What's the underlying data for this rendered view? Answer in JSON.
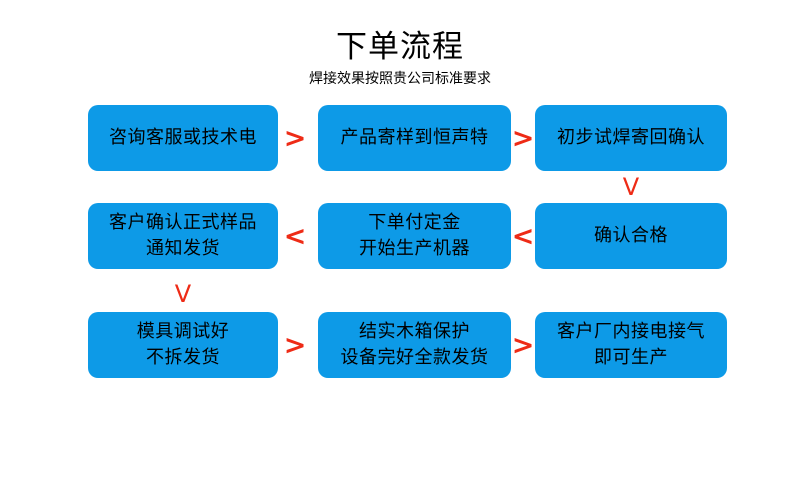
{
  "header": {
    "title": "下单流程",
    "subtitle": "焊接效果按照贵公司标准要求"
  },
  "colors": {
    "node_fill": "#0d9ae7",
    "node_text": "#000000",
    "arrow": "#ee2b16",
    "background": "#ffffff"
  },
  "connectors": {
    "right_arrow_glyph": ">",
    "left_arrow_glyph": "<",
    "down_arrow_glyph": "V"
  },
  "chart_data": {
    "type": "diagram",
    "title": "下单流程",
    "subtitle": "焊接效果按照贵公司标准要求",
    "layout": "3x3 serpentine flowchart",
    "nodes": [
      {
        "id": "n1",
        "row": 1,
        "col": 1,
        "lines": [
          "咨询客服或技术电"
        ]
      },
      {
        "id": "n2",
        "row": 1,
        "col": 2,
        "lines": [
          "产品寄样到恒声特"
        ]
      },
      {
        "id": "n3",
        "row": 1,
        "col": 3,
        "lines": [
          "初步试焊寄回确认"
        ]
      },
      {
        "id": "n4",
        "row": 2,
        "col": 1,
        "lines": [
          "客户确认正式样品",
          "通知发货"
        ]
      },
      {
        "id": "n5",
        "row": 2,
        "col": 2,
        "lines": [
          "下单付定金",
          "开始生产机器"
        ]
      },
      {
        "id": "n6",
        "row": 2,
        "col": 3,
        "lines": [
          "确认合格"
        ]
      },
      {
        "id": "n7",
        "row": 3,
        "col": 1,
        "lines": [
          "模具调试好",
          "不拆发货"
        ]
      },
      {
        "id": "n8",
        "row": 3,
        "col": 2,
        "lines": [
          "结实木箱保护",
          "设备完好全款发货"
        ]
      },
      {
        "id": "n9",
        "row": 3,
        "col": 3,
        "lines": [
          "客户厂内接电接气",
          "即可生产"
        ]
      }
    ],
    "edges": [
      {
        "from": "n1",
        "to": "n2",
        "direction": "right",
        "glyph": ">"
      },
      {
        "from": "n2",
        "to": "n3",
        "direction": "right",
        "glyph": ">"
      },
      {
        "from": "n3",
        "to": "n6",
        "direction": "down",
        "glyph": "V"
      },
      {
        "from": "n6",
        "to": "n5",
        "direction": "left",
        "glyph": "<"
      },
      {
        "from": "n5",
        "to": "n4",
        "direction": "left",
        "glyph": "<"
      },
      {
        "from": "n4",
        "to": "n7",
        "direction": "down",
        "glyph": "V"
      },
      {
        "from": "n7",
        "to": "n8",
        "direction": "right",
        "glyph": ">"
      },
      {
        "from": "n8",
        "to": "n9",
        "direction": "right",
        "glyph": ">"
      }
    ]
  },
  "nodes": {
    "n1": {
      "line1": "咨询客服或技术电"
    },
    "n2": {
      "line1": "产品寄样到恒声特"
    },
    "n3": {
      "line1": "初步试焊寄回确认"
    },
    "n4": {
      "line1": "客户确认正式样品",
      "line2": "通知发货"
    },
    "n5": {
      "line1": "下单付定金",
      "line2": "开始生产机器"
    },
    "n6": {
      "line1": "确认合格"
    },
    "n7": {
      "line1": "模具调试好",
      "line2": "不拆发货"
    },
    "n8": {
      "line1": "结实木箱保护",
      "line2": "设备完好全款发货"
    },
    "n9": {
      "line1": "客户厂内接电接气",
      "line2": "即可生产"
    }
  }
}
